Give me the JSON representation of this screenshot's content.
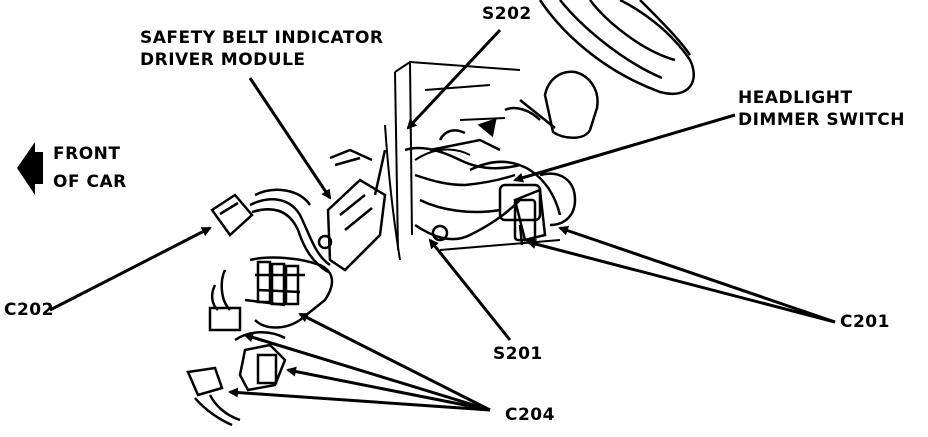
{
  "labels": {
    "s202": "S202",
    "safety_belt_line1": "SAFETY BELT INDICATOR",
    "safety_belt_line2": "DRIVER MODULE",
    "headlight_line1": "HEADLIGHT",
    "headlight_line2": "DIMMER  SWITCH",
    "front_line1": "FRONT",
    "front_line2": "OF CAR",
    "c202": "C202",
    "c201": "C201",
    "s201": "S201",
    "c204": "C204"
  },
  "colors": {
    "ink": "#000000",
    "paper": "#ffffff"
  },
  "icons": {
    "front_arrow": "left-arrow-icon"
  }
}
